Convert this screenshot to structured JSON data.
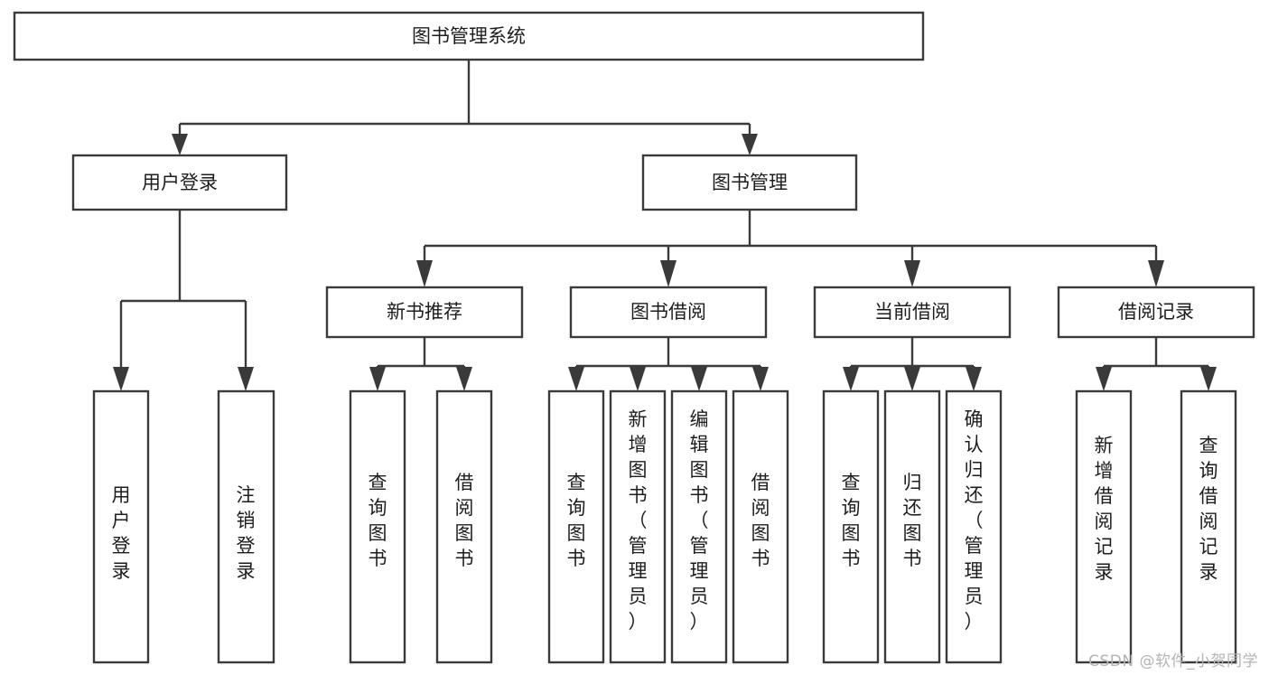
{
  "diagram": {
    "type": "tree-hierarchy",
    "title": "图书管理系统",
    "orientation": "top-down",
    "levels": 4,
    "root": {
      "id": "root",
      "label": "图书管理系统",
      "text_direction": "horizontal"
    },
    "level2": [
      {
        "id": "user-login",
        "label": "用户登录",
        "text_direction": "horizontal"
      },
      {
        "id": "book-manage",
        "label": "图书管理",
        "text_direction": "horizontal"
      }
    ],
    "level3": [
      {
        "id": "new-book-rec",
        "label": "新书推荐",
        "text_direction": "horizontal",
        "parent": "book-manage"
      },
      {
        "id": "book-borrow",
        "label": "图书借阅",
        "text_direction": "horizontal",
        "parent": "book-manage"
      },
      {
        "id": "current-borrow",
        "label": "当前借阅",
        "text_direction": "horizontal",
        "parent": "book-manage"
      },
      {
        "id": "borrow-record",
        "label": "借阅记录",
        "text_direction": "horizontal",
        "parent": "book-manage"
      }
    ],
    "leaves": {
      "user-login": [
        {
          "id": "leaf-user-login",
          "label": "用户登录",
          "chars": [
            "用",
            "户",
            "登",
            "录"
          ]
        },
        {
          "id": "leaf-user-logout",
          "label": "注销登录",
          "chars": [
            "注",
            "销",
            "登",
            "录"
          ]
        }
      ],
      "new-book-rec": [
        {
          "id": "leaf-query-book-1",
          "label": "查询图书",
          "chars": [
            "查",
            "询",
            "图",
            "书"
          ]
        },
        {
          "id": "leaf-borrow-book-1",
          "label": "借阅图书",
          "chars": [
            "借",
            "阅",
            "图",
            "书"
          ]
        }
      ],
      "book-borrow": [
        {
          "id": "leaf-query-book-2",
          "label": "查询图书",
          "chars": [
            "查",
            "询",
            "图",
            "书"
          ]
        },
        {
          "id": "leaf-add-book",
          "label": "新增图书（管理员）",
          "chars": [
            "新",
            "增",
            "图",
            "书",
            "（",
            "管",
            "理",
            "员",
            "）"
          ]
        },
        {
          "id": "leaf-edit-book",
          "label": "编辑图书（管理员）",
          "chars": [
            "编",
            "辑",
            "图",
            "书",
            "（",
            "管",
            "理",
            "员",
            "）"
          ]
        },
        {
          "id": "leaf-borrow-book-2",
          "label": "借阅图书",
          "chars": [
            "借",
            "阅",
            "图",
            "书"
          ]
        }
      ],
      "current-borrow": [
        {
          "id": "leaf-query-book-3",
          "label": "查询图书",
          "chars": [
            "查",
            "询",
            "图",
            "书"
          ]
        },
        {
          "id": "leaf-return-book",
          "label": "归还图书",
          "chars": [
            "归",
            "还",
            "图",
            "书"
          ]
        },
        {
          "id": "leaf-confirm-return",
          "label": "确认归还（管理员）",
          "chars": [
            "确",
            "认",
            "归",
            "还",
            "（",
            "管",
            "理",
            "员",
            "）"
          ]
        }
      ],
      "borrow-record": [
        {
          "id": "leaf-add-record",
          "label": "新增借阅记录",
          "chars": [
            "新",
            "增",
            "借",
            "阅",
            "记",
            "录"
          ]
        },
        {
          "id": "leaf-query-record",
          "label": "查询借阅记录",
          "chars": [
            "查",
            "询",
            "借",
            "阅",
            "记",
            "录"
          ]
        }
      ]
    }
  },
  "watermark": {
    "text": "CSDN @软件_小贺同学"
  },
  "colors": {
    "box_stroke": "#3a3a3a",
    "box_fill": "#ffffff",
    "connector": "#3a3a3a",
    "text": "#1d1d1d",
    "background": "#ffffff",
    "watermark": "#b4b4b4"
  }
}
